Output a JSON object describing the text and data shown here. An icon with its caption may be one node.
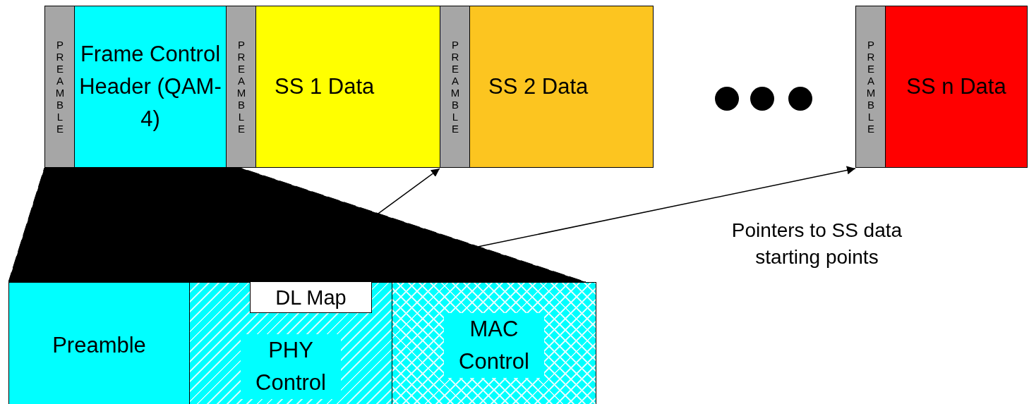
{
  "diagram": {
    "nodes": [
      {
        "text": [
          "PREAMBLE"
        ]
      },
      {
        "text": [
          "Frame Control Header (QAM-4)"
        ]
      },
      {
        "text": [
          "PREAMBLE"
        ]
      },
      {
        "text": [
          "SS 1 Data"
        ]
      },
      {
        "text": [
          "PREAMBLE"
        ]
      },
      {
        "text": [
          "SS 2 Data"
        ]
      },
      {
        "text": [
          "PREAMBLE"
        ]
      },
      {
        "text": [
          "SS n Data"
        ]
      },
      {
        "text": [],
        "shape": "trapezoid"
      },
      {
        "text": [
          "Preamble"
        ]
      },
      {
        "text": [
          "PHY Control"
        ]
      },
      {
        "text": [
          "DL Map"
        ],
        "in": 10
      },
      {
        "text": [
          "MAC Control"
        ]
      }
    ],
    "edges": [
      {
        "from": 8,
        "to": 4,
        "arrow": "to"
      },
      {
        "from": 8,
        "to": 6,
        "arrow": "to"
      }
    ],
    "labels": [
      "Pointers to SS data starting points"
    ]
  }
}
